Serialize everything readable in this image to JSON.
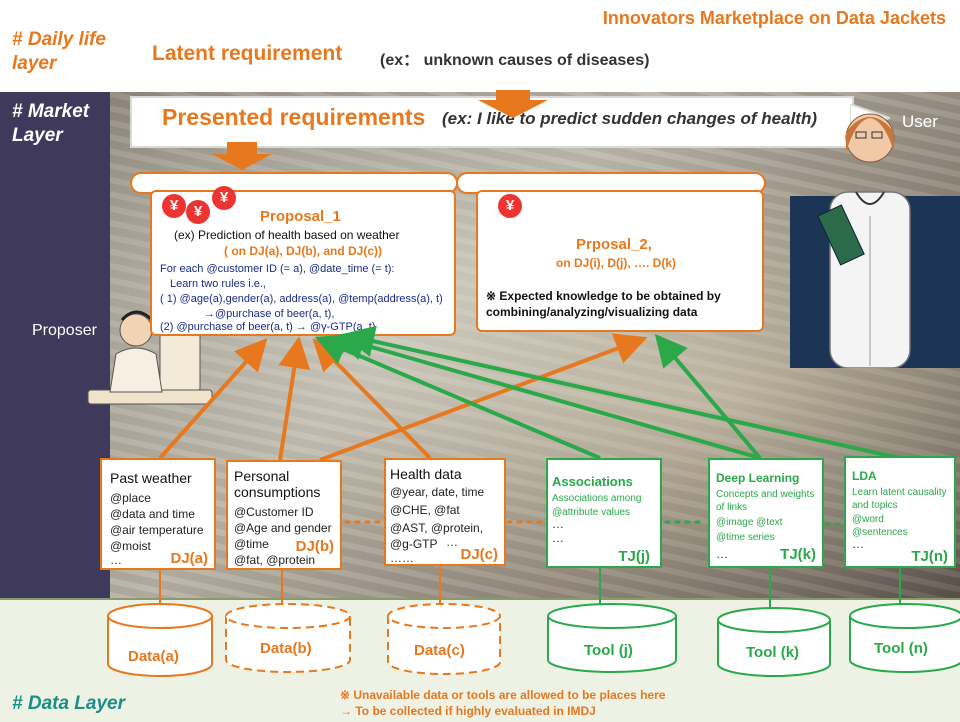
{
  "header": {
    "title": "Innovators Marketplace on Data Jackets",
    "daily_layer": "# Daily life\nlayer",
    "latent_label": "Latent requirement",
    "latent_example": "(ex： unknown causes of diseases)"
  },
  "market": {
    "layer_label": "# Market\nLayer",
    "presented_label": "Presented requirements",
    "presented_example": "(ex: I like to predict sudden changes of health)",
    "user_label": "User",
    "proposer_label": "Proposer"
  },
  "proposal_1": {
    "title": "Proposal_1",
    "line1": "(ex) Prediction of health based on weather",
    "line2": "( on DJ(a), DJ(b), and DJ(c))",
    "rule_lines": [
      "For each @customer ID (= a), @date_time (= t):",
      "Learn two rules i.e.,",
      "( 1) @age(a),gender(a), address(a), @temp(address(a), t)",
      "→@purchase of beer(a, t),",
      "(2) @purchase of beer(a, t) →  @γ-GTP(a, t)"
    ],
    "coin_symbol": "¥"
  },
  "proposal_2": {
    "title": "Prposal_2,",
    "subtitle": "on DJ(i), D(j), …. D(k)",
    "note": "※ Expected knowledge to be obtained by combining/analyzing/visualizing data"
  },
  "data_jackets": [
    {
      "title": "Past weather",
      "items": [
        "@place",
        "@data and time",
        "@air temperature",
        "@moist",
        "…"
      ],
      "tag": "DJ(a)"
    },
    {
      "title": "Personal consumptions",
      "items": [
        "@Customer ID",
        "@Age and gender",
        "@time",
        "@fat, @protein"
      ],
      "tag": "DJ(b)"
    },
    {
      "title": "Health data",
      "items": [
        "@year, date, time",
        "@CHE, @fat",
        "@AST, @protein,",
        "@g-GTP",
        "……"
      ],
      "tag": "DJ(c)",
      "extra": "…"
    }
  ],
  "tool_jackets": [
    {
      "title": "Associations",
      "items": [
        "Associations among",
        "@attribute  values",
        "…",
        "…"
      ],
      "tag": "TJ(j)"
    },
    {
      "title": "Deep Learning",
      "items": [
        "Concepts and weights",
        "of links",
        "@image @text",
        "@time series",
        "…"
      ],
      "tag": "TJ(k)"
    },
    {
      "title": "LDA",
      "items": [
        "Learn latent causality",
        "and topics",
        "@word",
        "@sentences",
        "…"
      ],
      "tag": "TJ(n)"
    }
  ],
  "data_layer": {
    "label": "# Data Layer",
    "cylinders": [
      {
        "label": "Data(a)",
        "color": "#e8781e",
        "dashed": false
      },
      {
        "label": "Data(b)",
        "color": "#e8781e",
        "dashed": true
      },
      {
        "label": "Data(c)",
        "color": "#e8781e",
        "dashed": true
      },
      {
        "label": "Tool (j)",
        "color": "#2aa84a",
        "dashed": false
      },
      {
        "label": "Tool (k)",
        "color": "#2aa84a",
        "dashed": false
      },
      {
        "label": "Tool (n)",
        "color": "#2aa84a",
        "dashed": false
      }
    ],
    "note1": "※ Unavailable data or tools are allowed to be places here",
    "note2": "→ To be collected if highly evaluated in IMDJ"
  },
  "colors": {
    "orange": "#e8781e",
    "green": "#2aa84a",
    "navy": "#3f3a5c"
  }
}
